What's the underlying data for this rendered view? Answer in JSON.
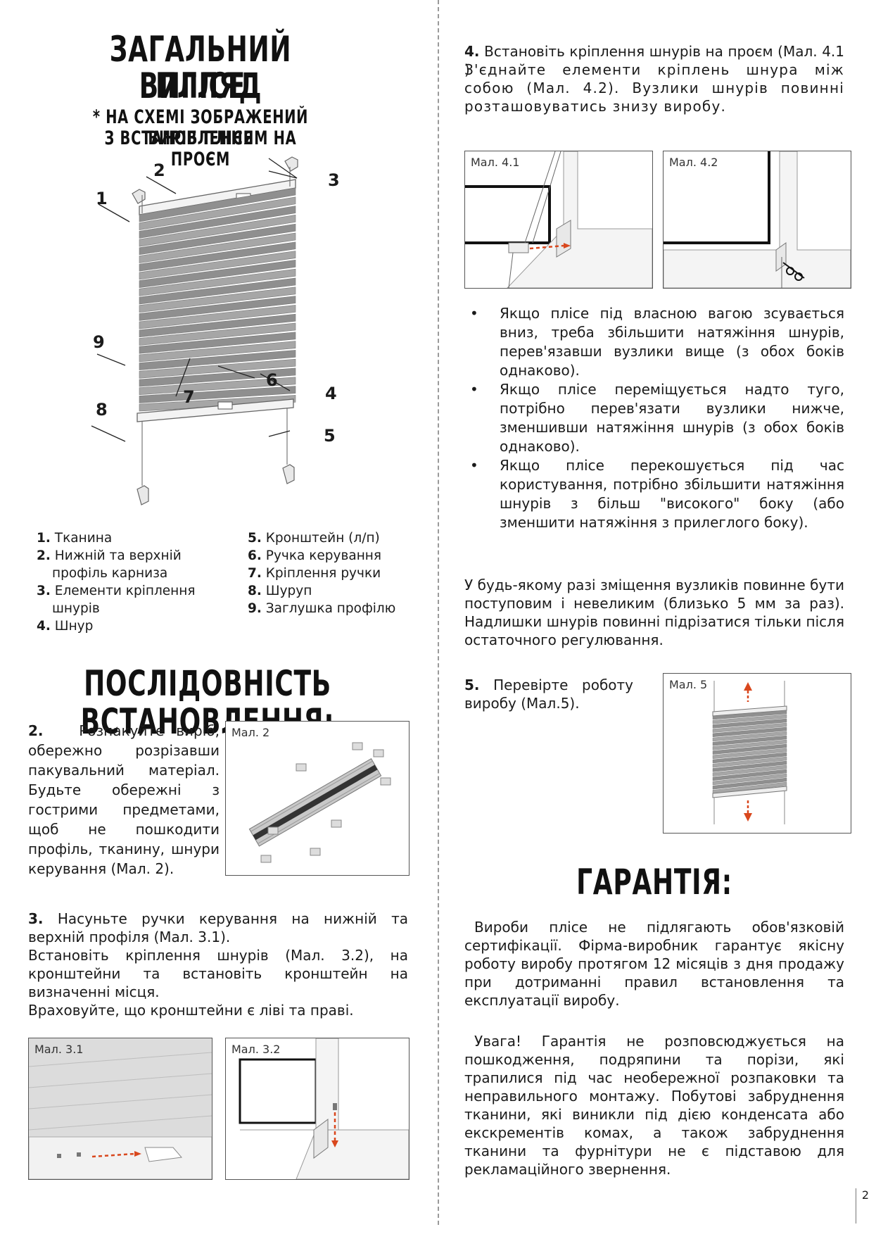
{
  "header": {
    "title_line1": "ЗАГАЛЬНИЙ ВИГЛЯД",
    "title_line2": "ПЛІСЕ",
    "note_line1": "* НА СХЕМІ ЗОБРАЖЕНИЙ ВИРІБ ПЛІСЕ",
    "note_line2": "З ВСТАНОВЛЕННЯМ НА ПРОЄМ"
  },
  "diagram": {
    "callouts": [
      "1",
      "2",
      "3",
      "4",
      "5",
      "6",
      "7",
      "8",
      "9"
    ]
  },
  "legend": {
    "col1": [
      {
        "num": "1.",
        "text": "Тканина"
      },
      {
        "num": "2.",
        "text": "Нижній та верхній"
      },
      {
        "num": "",
        "text": "профіль карниза"
      },
      {
        "num": "3.",
        "text": "Елементи кріплення"
      },
      {
        "num": "",
        "text": "шнурів"
      },
      {
        "num": "4.",
        "text": "Шнур"
      }
    ],
    "col2": [
      {
        "num": "5.",
        "text": "Кронштейн (л/п)"
      },
      {
        "num": "6.",
        "text": "Ручка керування"
      },
      {
        "num": "7.",
        "text": "Кріплення ручки"
      },
      {
        "num": "8.",
        "text": "Шуруп"
      },
      {
        "num": "9.",
        "text": "Заглушка профілю"
      }
    ]
  },
  "install": {
    "title": "ПОСЛІДОВНІСТЬ ВСТАНОВЛЕННЯ:",
    "step2_num": "2.",
    "step2_text": "Розпакуйте виріб, обережно розрізавши пакувальний матеріал. Будьте обережні з гострими предметами, щоб не пошкодити профіль, тканину, шнури керування (Мал. 2).",
    "fig2_label": "Мал. 2",
    "step3_num": "3.",
    "step3_line1": "Насуньте ручки керування на нижній та верхній профіля (Мал. 3.1).",
    "step3_line2": "Встановіть кріплення шнурів (Мал. 3.2), на кронштейни та встановіть кронштейн на визначенні місця.",
    "step3_line3": "Враховуйте, що кронштейни є ліві та праві.",
    "fig31_label": "Мал. 3.1",
    "fig32_label": "Мал. 3.2"
  },
  "step4": {
    "num": "4.",
    "text1": "Встановіть кріплення шнурів на проєм (Мал. 4.1 )",
    "text2": "З'єднайте елементи кріплень шнура між собою (Мал. 4.2). Вузлики шнурів повинні розташовуватись знизу виробу.",
    "fig41_label": "Мал. 4.1",
    "fig42_label": "Мал. 4.2"
  },
  "tips": [
    "Якщо плісе під власною вагою зсувається вниз, треба збільшити натяжіння шнурів, перев'язавши вузлики вище (з обох боків однаково).",
    "Якщо плісе переміщується надто туго, потрібно перев'язати вузлики нижче, зменшивши натяжіння шнурів (з обох боків однаково).",
    "Якщо плісе перекошується під час користування, потрібно збільшити натяжіння шнурів з більш \"високого\" боку (або зменшити натяжіння з прилеглого боку)."
  ],
  "adjust_note": "У будь-якому разі зміщення вузликів повинне бути поступовим і невеликим (близько 5 мм за раз). Надлишки шнурів повинні підрізатися тільки після остаточного регулювання.",
  "step5": {
    "num": "5.",
    "text": "Перевірте роботу виробу (Мал.5).",
    "fig5_label": "Мал. 5"
  },
  "warranty": {
    "title": "ГАРАНТІЯ:",
    "p1": "Вироби плісе не підлягають обов'язковій сертифікації. Фірма-виробник гарантує якісну роботу виробу протягом 12 місяців з дня продажу при дотриманні правил встановлення та експлуатації виробу.",
    "p2": "Увага! Гарантія не розповсюджується на пошкодження, подряпини та порізи, які трапилися під час необережної розпаковки та неправильного монтажу. Побутові забруднення тканини, які виникли під дією конденсата або екскрементів комах, а також забруднення тканини та фурнітури не є підставою для рекламаційного звернення."
  },
  "page_number": "2",
  "colors": {
    "accent_arrow": "#d9471d",
    "text": "#1b1b1b",
    "fabric": "#9e9e9e"
  }
}
